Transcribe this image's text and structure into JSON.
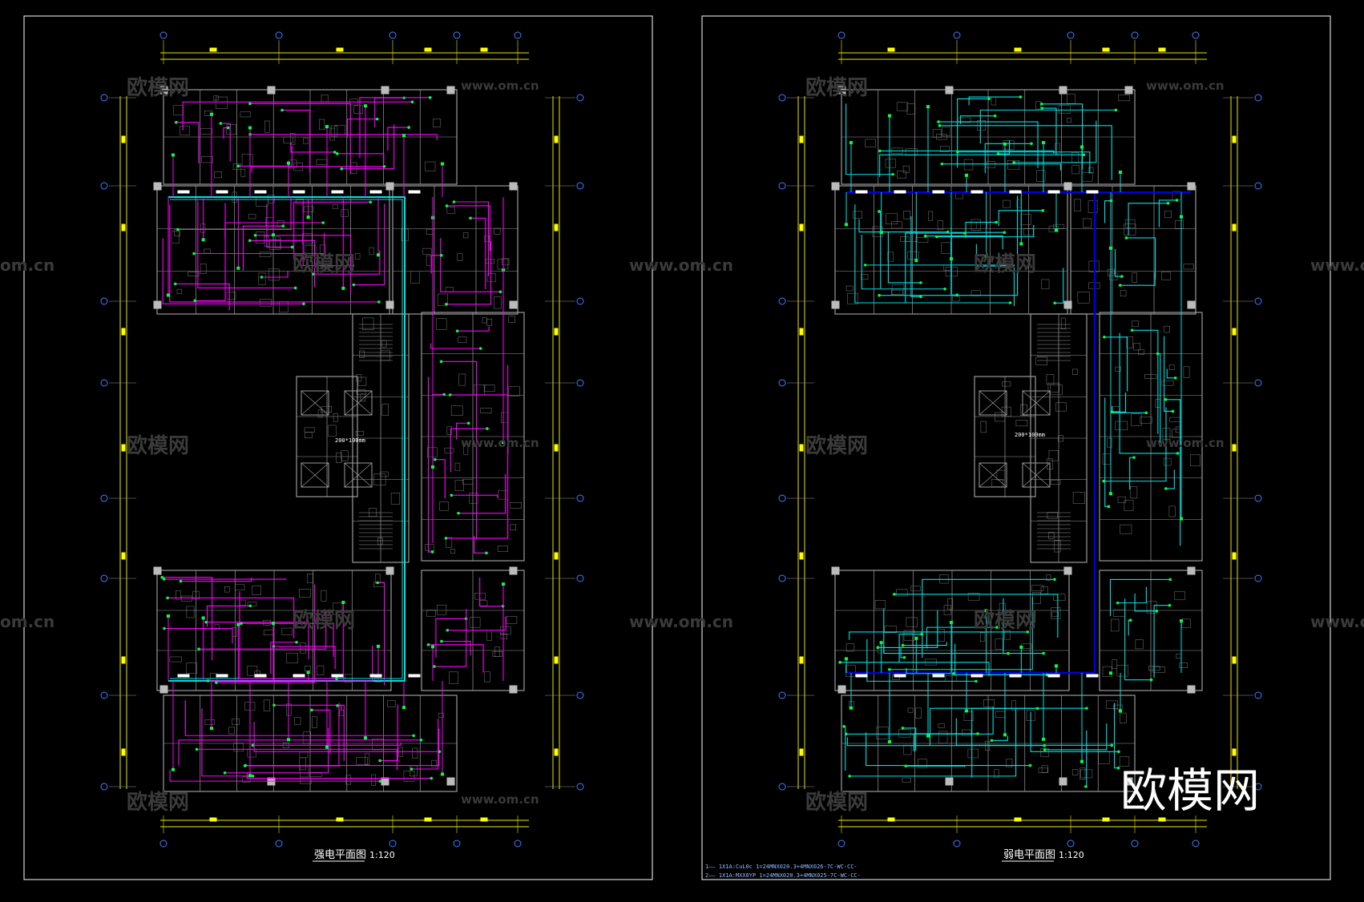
{
  "colors": {
    "background": "#000000",
    "frame": "#ffffff",
    "wall": "#9a9a9a",
    "dimension": "#e8e800",
    "tick": "#ffff00",
    "grid_bubble": "#3f7fff",
    "power_circuit": "#ff00ff",
    "power_trunk": "#00e0e0",
    "weak_circuit": "#00e0e0",
    "weak_trunk": "#0000dd",
    "device": "#00ff40",
    "label": "#ffffff",
    "watermark": "#3a3a3a"
  },
  "sheets": [
    {
      "id": "left",
      "title": "强电平面图",
      "scale": "1:120",
      "tray_note": "200*100mm",
      "circuit_color": "#ff00ff",
      "trunk_color": "#00e0e0"
    },
    {
      "id": "right",
      "title": "弱电平面图",
      "scale": "1:120",
      "tray_note": "200*100mm",
      "circuit_color": "#00e0e0",
      "trunk_color": "#0000dd"
    }
  ],
  "legend": {
    "row1": "1—— 1X1A:CuL0c 1=24MNX020.3+4MNX026-7C-WC-CC-",
    "row2": "2—— 1X1A:MXX0YP 1=24MNX020.3+4MNX025-7C-WC-CC-"
  },
  "watermarks": {
    "brand": "欧模网",
    "url": "www.om.cn",
    "url_partial": "om.cn"
  },
  "logo": {
    "text": "欧模网"
  }
}
